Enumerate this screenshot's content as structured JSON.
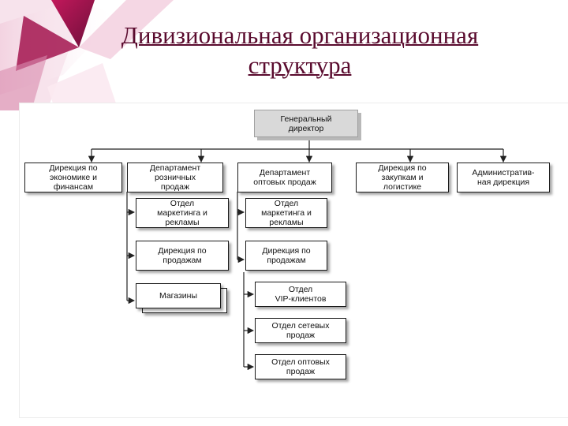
{
  "slide": {
    "title_line1": "Дивизиональная организационная",
    "title_line2": "структура",
    "title_color": "#5a0b2e",
    "accent_colors": [
      "#b5175e",
      "#e8bfd2",
      "#7a1040"
    ]
  },
  "org_chart": {
    "ceo": "Генеральный\nдиректор",
    "top_level": {
      "economics": "Дирекция по\nэкономике и\nфинансам",
      "retail": "Департамент\nрозничных\nпродаж",
      "wholesale": "Департамент\nоптовых продаж",
      "purchasing": "Дирекция по\nзакупкам и\nлогистике",
      "admin": "Административ-\nная дирекция"
    },
    "retail_units": {
      "marketing": "Отдел\nмаркетинга и\nрекламы",
      "sales": "Дирекция по\nпродажам",
      "stores": "Магазины"
    },
    "wholesale_units": {
      "marketing": "Отдел\nмаркетинга и\nрекламы",
      "sales": "Дирекция по\nпродажам"
    },
    "wholesale_sales_units": {
      "vip": "Отдел\nVIP-клиентов",
      "network": "Отдел сетевых\nпродаж",
      "wholesale": "Отдел оптовых\nпродаж"
    }
  }
}
